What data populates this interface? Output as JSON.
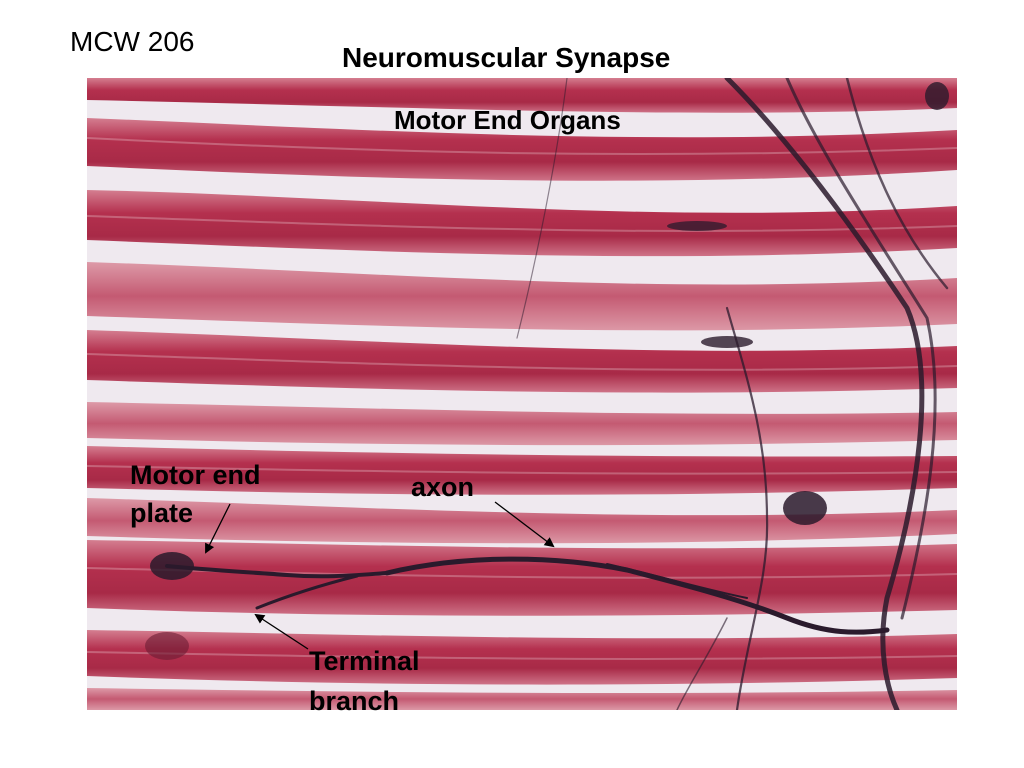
{
  "header": {
    "course_code": "MCW 206",
    "title": "Neuromuscular Synapse"
  },
  "figure": {
    "subtitle": "Motor End Organs",
    "labels": {
      "motor_end_plate": [
        "Motor end",
        "plate"
      ],
      "axon": "axon",
      "terminal_branch": [
        "Terminal",
        "branch"
      ]
    },
    "colors": {
      "muscle_fiber": "#b8334f",
      "muscle_fiber_light": "#d98a98",
      "background_gap": "#f2eef4",
      "nerve_stain": "#2a1a2c"
    }
  }
}
